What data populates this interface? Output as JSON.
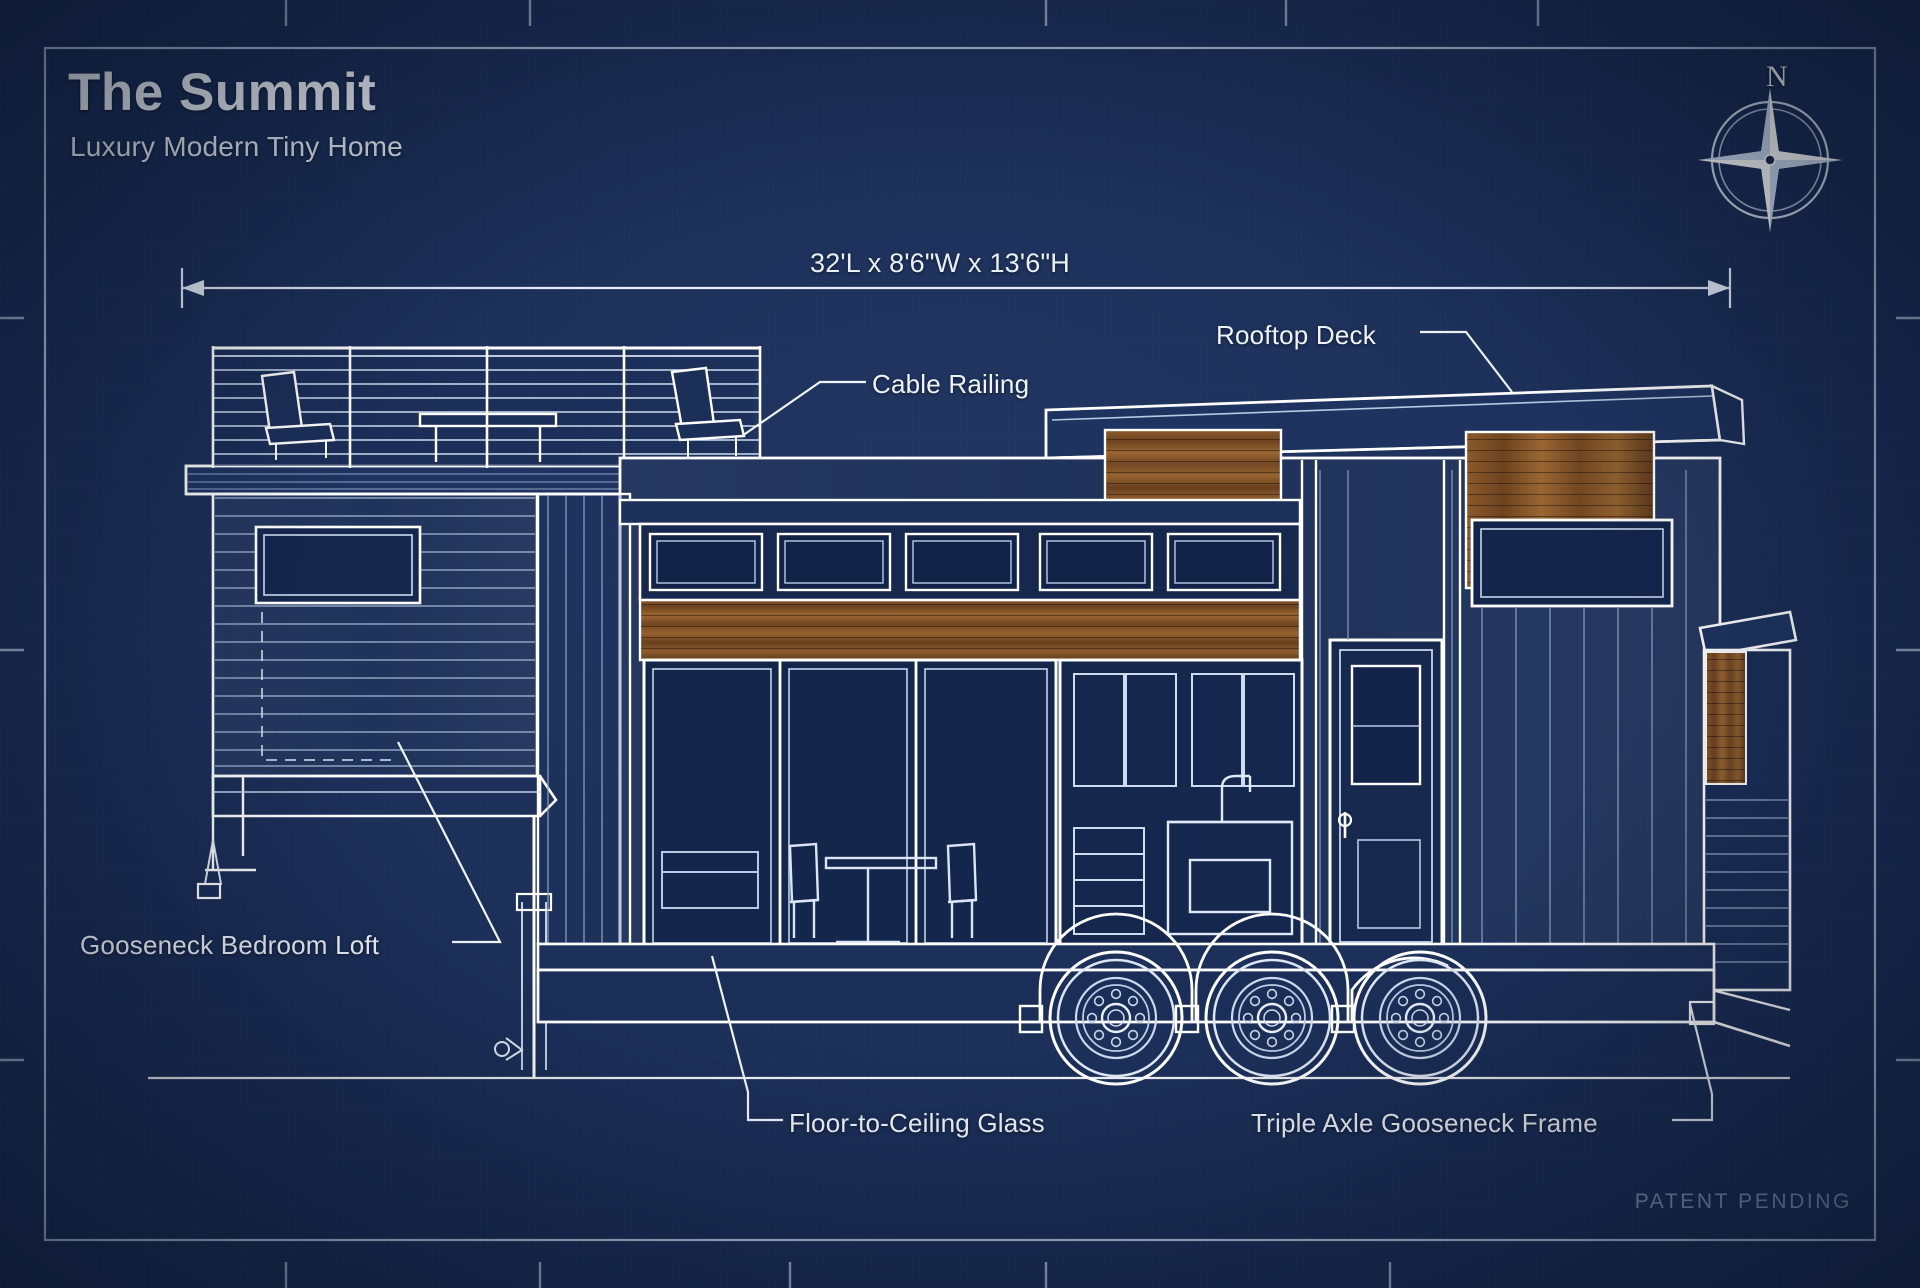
{
  "document": {
    "title": "The Summit",
    "subtitle": "Luxury Modern Tiny Home",
    "dimensions": "32'L x 8'6\"W x 13'6\"H",
    "watermark": "PATENT PENDING",
    "compass_label": "N",
    "drawing_type": "blueprint elevation",
    "view": "side elevation"
  },
  "callouts": [
    {
      "id": "cable-railing",
      "label": "Cable Railing"
    },
    {
      "id": "rooftop-deck",
      "label": "Rooftop Deck"
    },
    {
      "id": "gooseneck-loft",
      "label": "Gooseneck Bedroom Loft"
    },
    {
      "id": "glass",
      "label": "Floor-to-Ceiling Glass"
    },
    {
      "id": "triple-axle",
      "label": "Triple Axle Gooseneck Frame"
    }
  ],
  "colors": {
    "background": "#1a2c54",
    "ink": "#ffffff",
    "text": "#eef3fb",
    "wood_light": "#9c6632",
    "wood_dark": "#5e3b1d",
    "watermark": "#7d8cab"
  }
}
